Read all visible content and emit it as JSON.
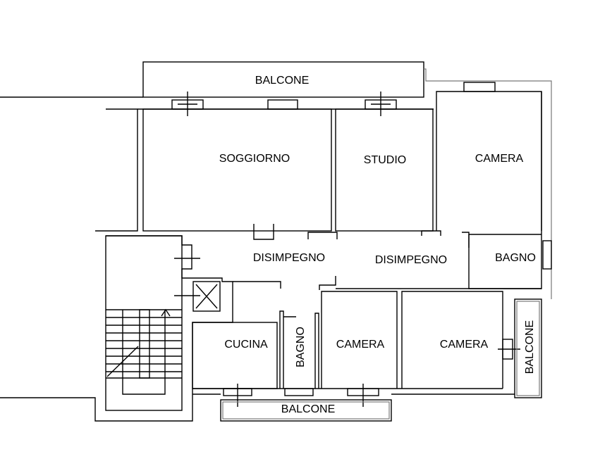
{
  "rooms": {
    "balcone_top": "BALCONE",
    "soggiorno": "SOGGIORNO",
    "studio": "STUDIO",
    "camera_top": "CAMERA",
    "disimpegno_left": "DISIMPEGNO",
    "disimpegno_right": "DISIMPEGNO",
    "bagno_right": "BAGNO",
    "cucina": "CUCINA",
    "bagno_small": "BAGNO",
    "camera_mid": "CAMERA",
    "camera_right": "CAMERA",
    "balcone_right": "BALCONE",
    "balcone_bottom": "BALCONE"
  }
}
